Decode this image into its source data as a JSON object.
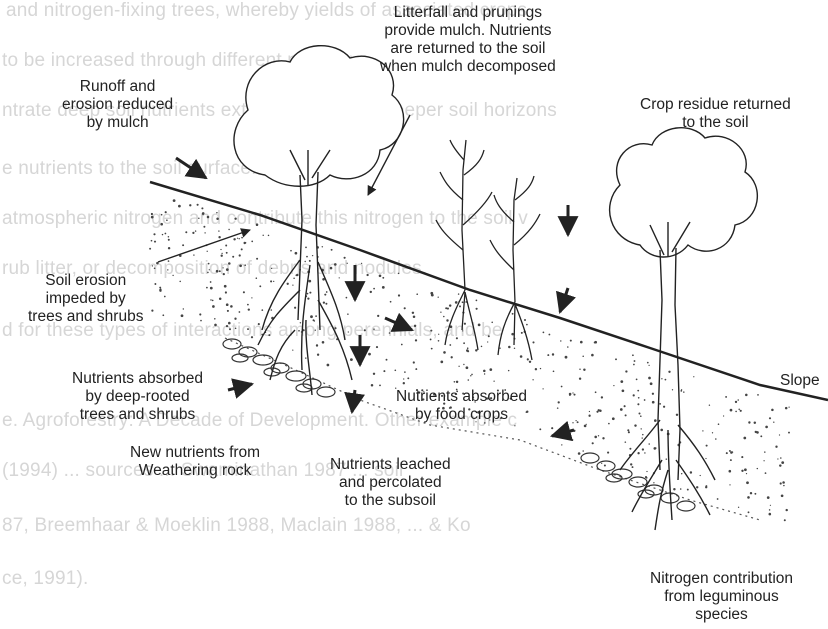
{
  "background_text": [
    "and nitrogen-fixing trees, whereby yields of associated crops",
    "to be increased through different pathways.",
    "ntrate deep soil nutrients extracted from the deeper soil horizons",
    "e nutrients to the soil surface.",
    "atmospheric nitrogen and contribute this nitrogen to the soil v",
    "rub litter, or decomposition of debris and nodules.",
    "d for these types of interactions among perennials, and be",
    "e. Agroforestry: A Decade of Development. Other example c",
    "(1994) ... sources ... Swaminathan 1987 ... soil",
    "87, Breemhaar & Moeklin 1988, Maclain 1988, ... & Ko",
    "ce, 1991)."
  ],
  "labels": {
    "runoff": [
      "Runoff and",
      "erosion reduced",
      "by mulch"
    ],
    "litterfall": [
      "Litterfall and prunings",
      "provide mulch.  Nutrients",
      "are returned to the soil",
      "when mulch decomposed"
    ],
    "crop_residue": [
      "Crop residue returned",
      "to the soil"
    ],
    "soil_erosion": [
      "Soil erosion",
      "impeded by",
      "trees and shrubs"
    ],
    "deep_rooted": [
      "Nutrients absorbed",
      "by deep-rooted",
      "trees and shrubs"
    ],
    "food_crops": [
      "Nutrients absorbed",
      "by food crops"
    ],
    "slope": [
      "Slope"
    ],
    "weathering": [
      "New nutrients from",
      "Weathering rock"
    ],
    "leached": [
      "Nutrients leached",
      "and percolated",
      "to the subsoil"
    ],
    "nitrogen": [
      "Nitrogen contribution",
      "from leguminous",
      "species"
    ]
  }
}
